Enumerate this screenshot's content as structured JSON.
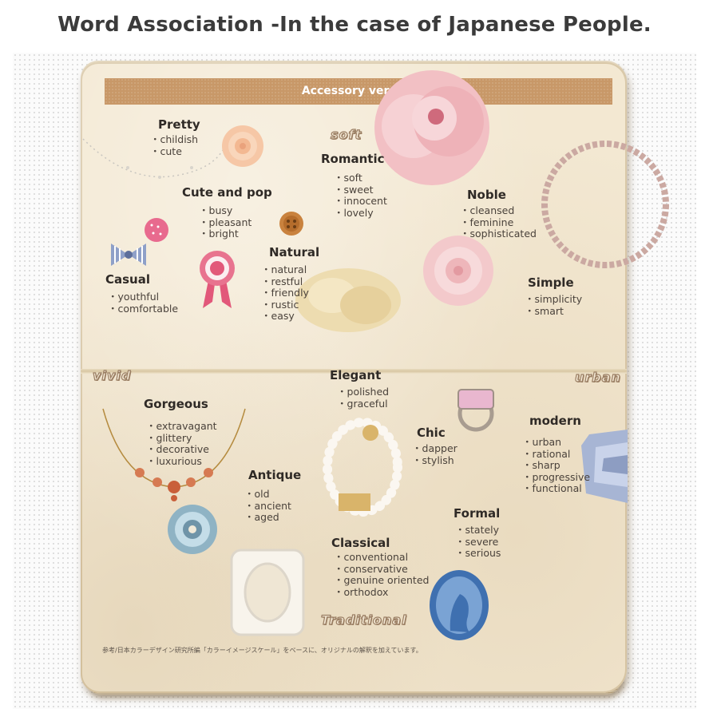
{
  "title": "Word Association -In the case of Japanese People.",
  "banner": "Accessory version",
  "axes": {
    "top": "soft",
    "left": "vivid",
    "right": "urban",
    "bottom": "Traditional"
  },
  "categories": {
    "pretty": {
      "name": "Pretty",
      "items": [
        "childish",
        "cute"
      ]
    },
    "cute_pop": {
      "name": "Cute and pop",
      "items": [
        "busy",
        "pleasant",
        "bright"
      ]
    },
    "romantic": {
      "name": "Romantic",
      "items": [
        "soft",
        "sweet",
        "innocent",
        "lovely"
      ]
    },
    "noble": {
      "name": "Noble",
      "items": [
        "cleansed",
        "feminine",
        "sophisticated"
      ]
    },
    "casual": {
      "name": "Casual",
      "items": [
        "youthful",
        "comfortable"
      ]
    },
    "natural": {
      "name": "Natural",
      "items": [
        "natural",
        "restful",
        "friendly",
        "rustic",
        "easy"
      ]
    },
    "simple": {
      "name": "Simple",
      "items": [
        "simplicity",
        "smart"
      ]
    },
    "elegant": {
      "name": "Elegant",
      "items": [
        "polished",
        "graceful"
      ]
    },
    "gorgeous": {
      "name": "Gorgeous",
      "items": [
        "extravagant",
        "glittery",
        "decorative",
        "luxurious"
      ]
    },
    "chic": {
      "name": "Chic",
      "items": [
        "dapper",
        "stylish"
      ]
    },
    "modern": {
      "name": "modern",
      "items": [
        "urban",
        "rational",
        "sharp",
        "progressive",
        "functional"
      ]
    },
    "antique": {
      "name": "Antique",
      "items": [
        "old",
        "ancient",
        "aged"
      ]
    },
    "formal": {
      "name": "Formal",
      "items": [
        "stately",
        "severe",
        "serious"
      ]
    },
    "classical": {
      "name": "Classical",
      "items": [
        "conventional",
        "conservative",
        "genuine oriented",
        "orthodox"
      ]
    }
  },
  "footnote": "参考/日本カラーデザイン研究所編「カラーイメージスケール」をベースに、オリジナルの解釈を加えています。",
  "colors": {
    "banner": "#c89868",
    "paper": "#f3e8d2",
    "axis_outline": "#9a7e63"
  },
  "illustrations": [
    "pink-peony-flower-icon",
    "peach-rose-icon",
    "pearl-chain-icon",
    "wood-button-icon",
    "pink-button-icon",
    "striped-bow-icon",
    "rosette-ribbon-icon",
    "dried-flowers-icon",
    "pink-camellia-icon",
    "twisted-cord-icon",
    "pink-stone-ring-icon",
    "pearl-bracelet-icon",
    "gold-necklace-icon",
    "crystal-brooch-icon",
    "white-frame-icon",
    "blue-cameo-icon",
    "crystal-gem-icon"
  ]
}
